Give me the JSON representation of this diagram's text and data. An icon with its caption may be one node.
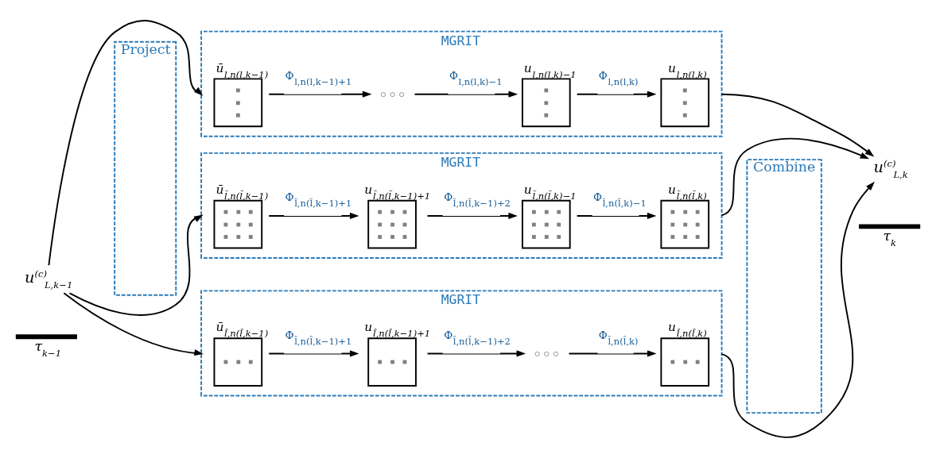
{
  "diagram": {
    "nodes": [
      {
        "text": [
          "u$^{(c)}$$_{L,k−1}$"
        ]
      },
      {
        "text": [
          "Project"
        ]
      },
      {
        "text": [
          "MGRIT"
        ]
      },
      {
        "text": [
          "ū$_{l,n(l,k−1)}$"
        ],
        "in": 2
      },
      {
        "text": [],
        "shape": "dots",
        "in": 2
      },
      {
        "text": [
          "u$_{l,n(l,k)−1}$"
        ],
        "in": 2
      },
      {
        "text": [
          "u$_{l,n(l,k)}$"
        ],
        "in": 2
      },
      {
        "text": [
          "MGRIT"
        ]
      },
      {
        "text": [
          "ū$_{l̃,n(l̃,k−1)}$"
        ],
        "in": 7
      },
      {
        "text": [
          "u$_{l̃,n(l̃,k−1)+1}$"
        ],
        "in": 7
      },
      {
        "text": [
          "u$_{l̃,n(l̃,k)−1}$"
        ],
        "in": 7
      },
      {
        "text": [
          "u$_{l̃,n(l̃,k)}$"
        ],
        "in": 7
      },
      {
        "text": [
          "MGRIT"
        ]
      },
      {
        "text": [
          "ū$_{l̂,n(l̂,k−1)}$"
        ],
        "in": 12
      },
      {
        "text": [
          "u$_{l̂,n(l̂,k−1)+1}$"
        ],
        "in": 12
      },
      {
        "text": [],
        "shape": "dots",
        "in": 12
      },
      {
        "text": [
          "u$_{l̂,n(l̂,k)}$"
        ],
        "in": 12
      },
      {
        "text": [
          "Combine"
        ]
      },
      {
        "text": [
          "u$^{(c)}$$_{L,k}$"
        ]
      }
    ],
    "edges": [
      {
        "from": 0,
        "to": 2,
        "arrow": "to"
      },
      {
        "from": 0,
        "to": 7,
        "arrow": "to"
      },
      {
        "from": 0,
        "to": 12,
        "arrow": "to"
      },
      {
        "from": 3,
        "to": 4,
        "arrow": "to",
        "label": "Φ$_{l,n(l,k−1)+1}$"
      },
      {
        "from": 4,
        "to": 5,
        "arrow": "to",
        "label": "Φ$_{l,n(l,k)−1}$"
      },
      {
        "from": 5,
        "to": 6,
        "arrow": "to",
        "label": "Φ$_{l,n(l,k)}$"
      },
      {
        "from": 8,
        "to": 9,
        "arrow": "to",
        "label": "Φ$_{l̃,n(l̃,k−1)+1}$"
      },
      {
        "from": 9,
        "to": 10,
        "arrow": "to",
        "label": "Φ$_{l̃,n(l̃,k−1)+2}$"
      },
      {
        "from": 10,
        "to": 11,
        "arrow": "to",
        "label": "Φ$_{l̃,n(l̃,k)−1}$"
      },
      {
        "from": 13,
        "to": 14,
        "arrow": "to",
        "label": "Φ$_{l̂,n(l̂,k−1)+1}$"
      },
      {
        "from": 14,
        "to": 15,
        "arrow": "to",
        "label": "Φ$_{l̂,n(l̂,k−1)+2}$"
      },
      {
        "from": 15,
        "to": 16,
        "arrow": "to",
        "label": "Φ$_{l̂,n(l̂,k)}$"
      },
      {
        "from": 2,
        "to": 18,
        "arrow": "to"
      },
      {
        "from": 7,
        "to": 18,
        "arrow": "to"
      },
      {
        "from": 12,
        "to": 18,
        "arrow": "to"
      }
    ],
    "labels": [
      "τ$_{k−1}$",
      "τ$_{k}$"
    ]
  }
}
